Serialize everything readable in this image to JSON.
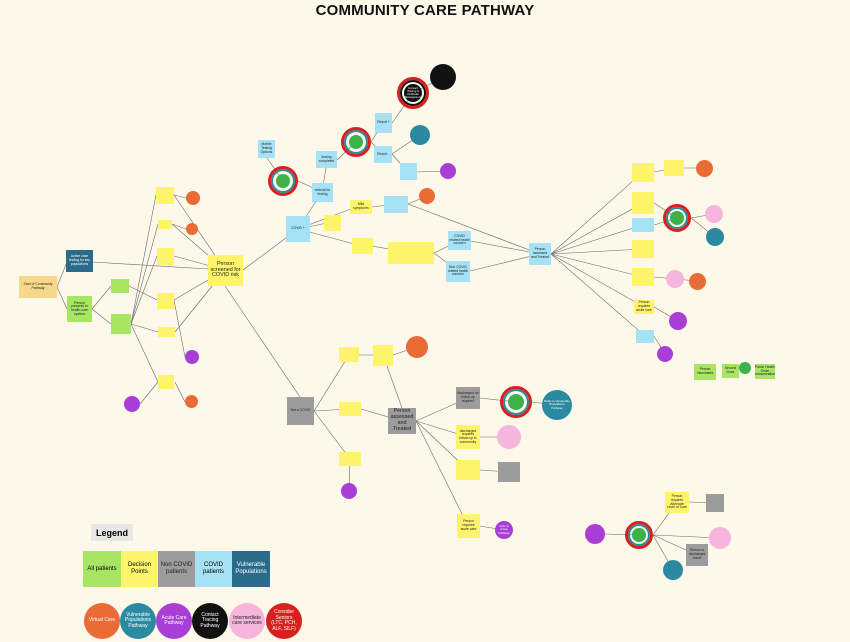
{
  "title": "COMMUNITY CARE PATHWAY",
  "nodes": {
    "start": "Start of Community Pathway",
    "active_case": "Active case finding for key populations",
    "person_presents": "Person presents to health care system",
    "screened": "Person screened for COVID risk",
    "not_covid": "Not a COVID",
    "covid_pos": "COVID +",
    "testing_completed": "testing completed",
    "mobile_testing": "Mobile Testing Options",
    "referral_testing": "referral for testing",
    "result_pos": "Result +",
    "result_neg": "Result -",
    "contact_tracing": "Contact Tracing & Outbreak Management",
    "symptoms_mild": "Mild symptoms",
    "person_assessed_treated": "Person assessed and Treated",
    "discharged_no_followup": "discharged no follow-up required",
    "discharged_followup": "discharged requires follow-up in community",
    "person_requires_acute": "Person requires acute care",
    "covid_related_health": "COVID related health concern",
    "non_covid_related": "Non COVID related health concern",
    "refer_vulnerable": "Refer to Vulnerable Populations Pathway",
    "refer_acute": "refer to Acute Pathway",
    "person_alternate_care": "Person requires Alternate Level of Care",
    "person_discharged_home": "Person is discharged home",
    "legend_note_1": "Person Vaccinated",
    "legend_note_2": "Second Dose",
    "legend_note_3": "Public Health Order Immunization"
  },
  "legend": {
    "title": "Legend",
    "boxes": [
      "All patients",
      "Decision Points",
      "Non COVID patients",
      "COVID patients",
      "Vulnerable Populations"
    ],
    "circles": [
      "Virtual Care",
      "Vulnerable Populations Pathway",
      "Acute Care Pathway",
      "Contact Tracing Pathway",
      "Intermediate care services",
      "Consider Seniors (LTC, PCH, ALF, SILF)"
    ]
  },
  "colors": {
    "background": "#fdf8ea",
    "all_patients": "#a7e563",
    "decision": "#fdf46b",
    "non_covid": "#9c9c9c",
    "covid": "#a6e2f5",
    "vulnerable": "#2b6b8a",
    "virtual_care": "#ea6b35",
    "vulnerable_pathway": "#2b8aa0",
    "acute": "#a83ed5",
    "contact_tracing": "#111111",
    "intermediate": "#f5b5dd",
    "seniors": "#d6211f"
  }
}
